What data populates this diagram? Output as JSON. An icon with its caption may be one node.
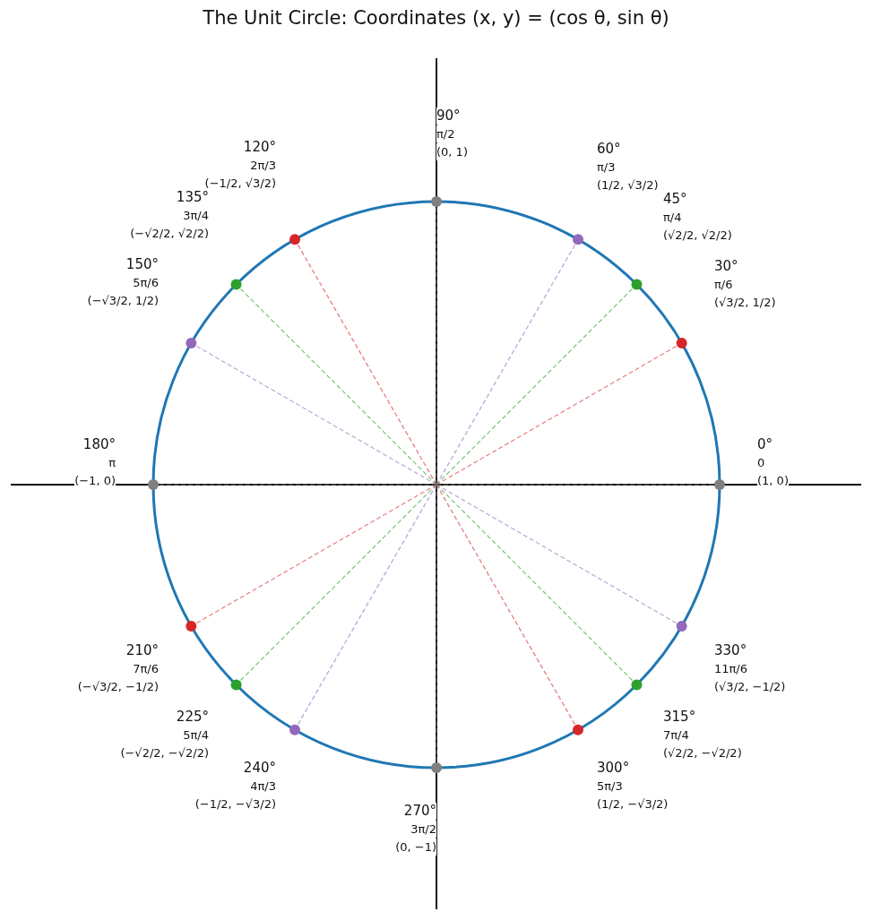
{
  "diagram": {
    "title": "The Unit Circle: Coordinates (x, y) = (cos θ, sin θ)",
    "labels": [
      "0°",
      "0",
      "(1, 0)",
      "30°",
      "π/6",
      "(√3/2, 1/2)",
      "45°",
      "π/4",
      "(√2/2, √2/2)",
      "60°",
      "π/3",
      "(1/2, √3/2)",
      "90°",
      "π/2",
      "(0, 1)",
      "120°",
      "2π/3",
      "(−1/2, √3/2)",
      "135°",
      "3π/4",
      "(−√2/2, √2/2)",
      "150°",
      "5π/6",
      "(−√3/2, 1/2)",
      "180°",
      "π",
      "(−1, 0)",
      "210°",
      "7π/6",
      "(−√3/2, −1/2)",
      "225°",
      "5π/4",
      "(−√2/2, −√2/2)",
      "240°",
      "4π/3",
      "(−1/2, −√3/2)",
      "270°",
      "3π/2",
      "(0, −1)",
      "300°",
      "5π/3",
      "(1/2, −√3/2)",
      "315°",
      "7π/4",
      "(√2/2, −√2/2)",
      "330°",
      "11π/6",
      "(√3/2, −1/2)"
    ]
  }
}
